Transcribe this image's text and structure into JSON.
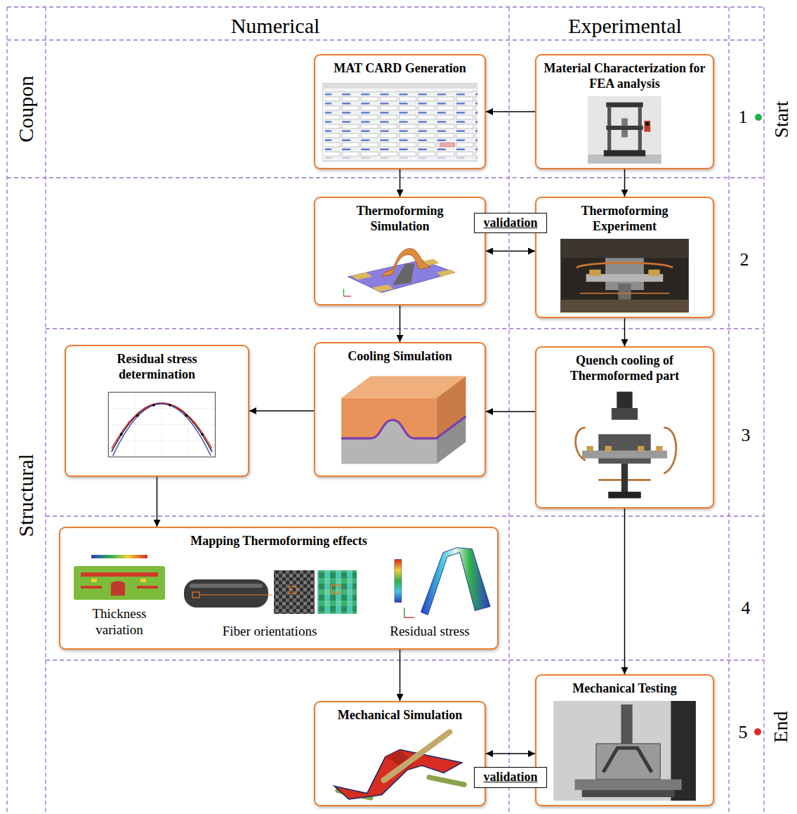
{
  "diagram": {
    "nodes": [
      {
        "text": [
          "MAT CARD Generation"
        ]
      },
      {
        "text": [
          "Material Characterization for FEA analysis"
        ]
      },
      {
        "text": [
          "Thermoforming Simulation"
        ]
      },
      {
        "text": [
          "Thermoforming Experiment"
        ]
      },
      {
        "text": [
          "Residual stress determination"
        ]
      },
      {
        "text": [
          "Cooling Simulation"
        ]
      },
      {
        "text": [
          "Quench cooling of Thermoformed part"
        ]
      },
      {
        "text": [
          "Mapping Thermoforming effects",
          "Thickness variation",
          "Fiber orientations",
          "Residual stress"
        ]
      },
      {
        "text": [
          "Mechanical Simulation"
        ]
      },
      {
        "text": [
          "Mechanical Testing"
        ]
      }
    ],
    "edges": [
      {
        "from": 1,
        "to": 0,
        "arrow": "to"
      },
      {
        "from": 0,
        "to": 2,
        "arrow": "to"
      },
      {
        "from": 1,
        "to": 3,
        "arrow": "to"
      },
      {
        "from": 2,
        "to": 3,
        "arrow": "both",
        "label": "validation"
      },
      {
        "from": 2,
        "to": 5,
        "arrow": "to"
      },
      {
        "from": 3,
        "to": 6,
        "arrow": "to"
      },
      {
        "from": 6,
        "to": 5,
        "arrow": "to"
      },
      {
        "from": 5,
        "to": 4,
        "arrow": "to"
      },
      {
        "from": 4,
        "to": 7,
        "arrow": "to"
      },
      {
        "from": 7,
        "to": 8,
        "arrow": "to"
      },
      {
        "from": 6,
        "to": 9,
        "arrow": "to"
      },
      {
        "from": 8,
        "to": 9,
        "arrow": "both",
        "label": "validation"
      }
    ],
    "labels": [
      "Numerical",
      "Experimental",
      "Coupon",
      "Structural",
      "1",
      "Start",
      "2",
      "3",
      "4",
      "5",
      "End"
    ]
  }
}
